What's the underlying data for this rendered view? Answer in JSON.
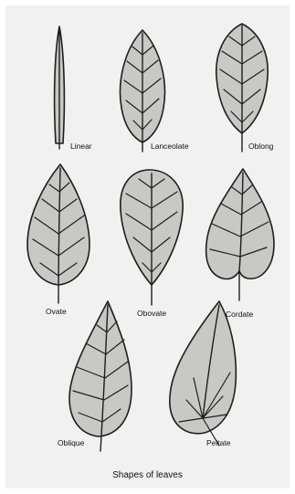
{
  "caption": "Shapes of leaves",
  "leaves": [
    {
      "id": "linear",
      "label": "Linear"
    },
    {
      "id": "lanceolate",
      "label": "Lanceolate"
    },
    {
      "id": "oblong",
      "label": "Oblong"
    },
    {
      "id": "ovate",
      "label": "Ovate"
    },
    {
      "id": "obovate",
      "label": "Obovate"
    },
    {
      "id": "cordate",
      "label": "Cordate"
    },
    {
      "id": "oblique",
      "label": "Oblique"
    },
    {
      "id": "peltate",
      "label": "Peltate"
    }
  ],
  "colors": {
    "blade": "#c8c8c4",
    "outline": "#1e1e1e",
    "background": "#f1f1ef"
  }
}
